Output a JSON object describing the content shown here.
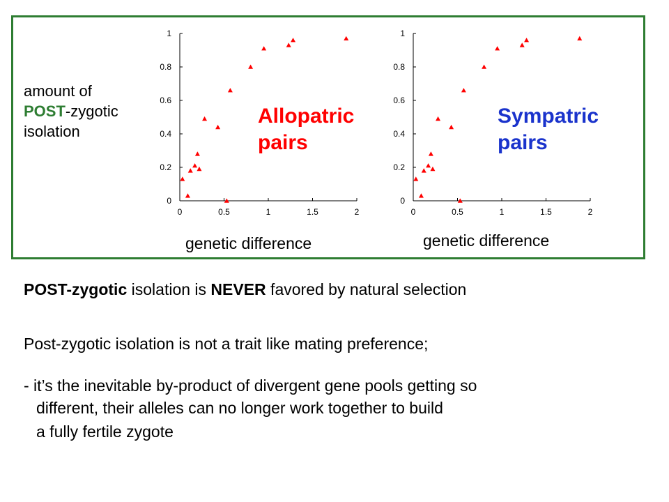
{
  "y_label": {
    "line1": "amount of",
    "post": "POST",
    "line2_rest": "-zygotic",
    "line3": "isolation"
  },
  "x_label_left": "genetic difference",
  "x_label_right": "genetic difference",
  "group_left": {
    "line1": "Allopatric",
    "line2": "pairs",
    "color": "#ff0000"
  },
  "group_right": {
    "line1": "Sympatric",
    "line2": "pairs",
    "color": "#1a33cc"
  },
  "frame_color": "#2e7d32",
  "marker_color": "#ff0000",
  "text": {
    "line1_bold1": "POST-zygotic",
    "line1_mid": " isolation is ",
    "line1_bold2": "NEVER",
    "line1_end": " favored by natural selection",
    "line2": "Post-zygotic isolation is not a trait like mating preference;",
    "bullet": "- it’s the inevitable by-product of divergent gene pools getting so",
    "cont1": "different, their alleles can no longer work together to build",
    "cont2": "a fully fertile zygote"
  },
  "chart_data": [
    {
      "type": "scatter",
      "marker": "triangle",
      "xlim": [
        0,
        2
      ],
      "ylim": [
        0,
        1
      ],
      "x_ticks": [
        "0",
        "0.5",
        "1",
        "1.5",
        "2"
      ],
      "y_ticks": [
        "0",
        "0.2",
        "0.4",
        "0.6",
        "0.8",
        "1"
      ],
      "points": [
        [
          0.03,
          0.13
        ],
        [
          0.09,
          0.03
        ],
        [
          0.12,
          0.18
        ],
        [
          0.17,
          0.21
        ],
        [
          0.2,
          0.28
        ],
        [
          0.22,
          0.19
        ],
        [
          0.28,
          0.49
        ],
        [
          0.43,
          0.44
        ],
        [
          0.53,
          0.0
        ],
        [
          0.57,
          0.66
        ],
        [
          0.8,
          0.8
        ],
        [
          0.95,
          0.91
        ],
        [
          1.23,
          0.93
        ],
        [
          1.28,
          0.96
        ],
        [
          1.88,
          0.97
        ]
      ]
    },
    {
      "type": "scatter",
      "marker": "triangle",
      "xlim": [
        0,
        2
      ],
      "ylim": [
        0,
        1
      ],
      "x_ticks": [
        "0",
        "0.5",
        "1",
        "1.5",
        "2"
      ],
      "y_ticks": [
        "0",
        "0.2",
        "0.4",
        "0.6",
        "0.8",
        "1"
      ],
      "points": [
        [
          0.03,
          0.13
        ],
        [
          0.09,
          0.03
        ],
        [
          0.12,
          0.18
        ],
        [
          0.17,
          0.21
        ],
        [
          0.2,
          0.28
        ],
        [
          0.22,
          0.19
        ],
        [
          0.28,
          0.49
        ],
        [
          0.43,
          0.44
        ],
        [
          0.53,
          0.0
        ],
        [
          0.57,
          0.66
        ],
        [
          0.8,
          0.8
        ],
        [
          0.95,
          0.91
        ],
        [
          1.23,
          0.93
        ],
        [
          1.28,
          0.96
        ],
        [
          1.88,
          0.97
        ]
      ]
    }
  ]
}
